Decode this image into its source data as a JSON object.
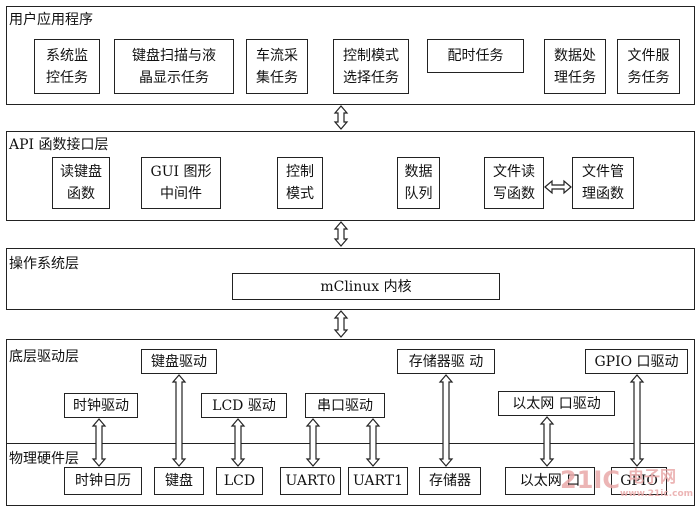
{
  "layers": {
    "app": {
      "title": "用户应用程序",
      "boxes": [
        "系统监\n控任务",
        "键盘扫描与液\n晶显示任务",
        "车流采\n集任务",
        "控制模式\n选择任务",
        "配时任务",
        "数据处\n理任务",
        "文件服\n务任务"
      ]
    },
    "api": {
      "title": "API 函数接口层",
      "boxes": [
        "读键盘\n函数",
        "GUI 图形\n中间件",
        "控制\n模式",
        "数据\n队列",
        "文件读\n写函数",
        "文件管\n理函数"
      ]
    },
    "os": {
      "title": "操作系统层",
      "kernel": "mClinux 内核"
    },
    "driver": {
      "title": "底层驱动层",
      "boxes": [
        "时钟驱动",
        "键盘驱动",
        "LCD 驱动",
        "串口驱动",
        "存储器驱 动",
        "以太网 口驱动",
        "GPIO 口驱动"
      ]
    },
    "hardware": {
      "title": "物理硬件层",
      "boxes": [
        "时钟日历",
        "键盘",
        "LCD",
        "UART0",
        "UART1",
        "存储器",
        "以太网 口",
        "GPIO"
      ]
    }
  },
  "watermark": {
    "logo": "21IC",
    "cn": "电子网",
    "url": "www.21ic.com"
  }
}
